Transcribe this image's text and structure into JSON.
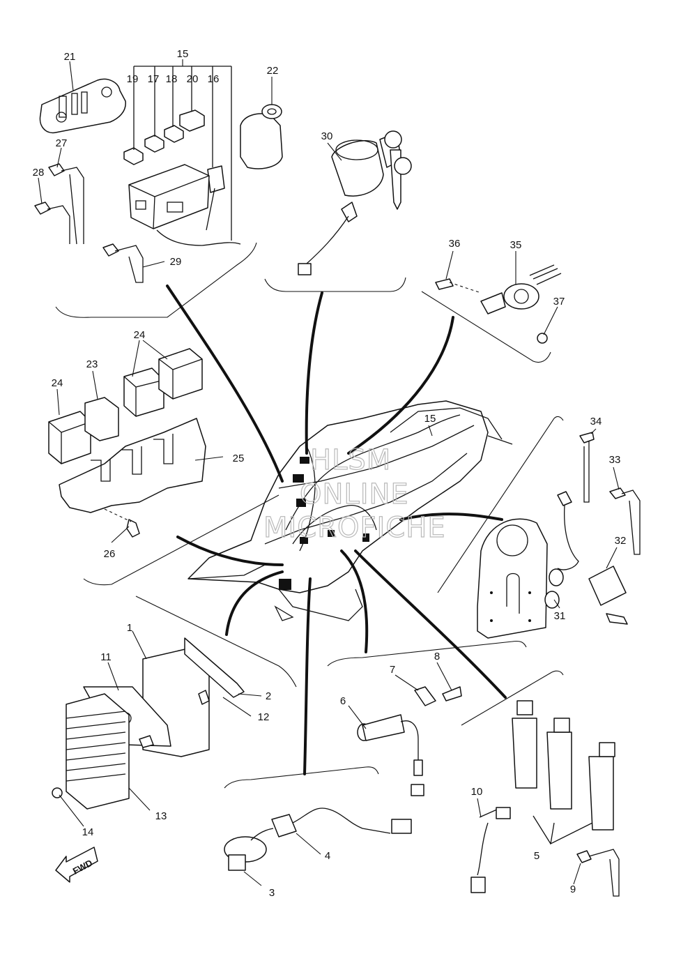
{
  "labels": {
    "p1": "1",
    "p2": "2",
    "p3": "3",
    "p4": "4",
    "p5": "5",
    "p6": "6",
    "p7": "7",
    "p8": "8",
    "p9": "9",
    "p10": "10",
    "p11": "11",
    "p12": "12",
    "p13": "13",
    "p14": "14",
    "p15": "15",
    "p15b": "15",
    "p16": "16",
    "p17": "17",
    "p18": "18",
    "p19": "19",
    "p20": "20",
    "p21": "21",
    "p22": "22",
    "p23": "23",
    "p24": "24",
    "p24b": "24",
    "p25": "25",
    "p26": "26",
    "p27": "27",
    "p28": "28",
    "p29": "29",
    "p30": "30",
    "p31": "31",
    "p32": "32",
    "p33": "33",
    "p34": "34",
    "p35": "35",
    "p36": "36",
    "p37": "37"
  },
  "watermark": {
    "line1": "HLSM",
    "line2": "ONLINE",
    "line3": "MICROFICHE"
  },
  "fwd_arrow": "FWD"
}
